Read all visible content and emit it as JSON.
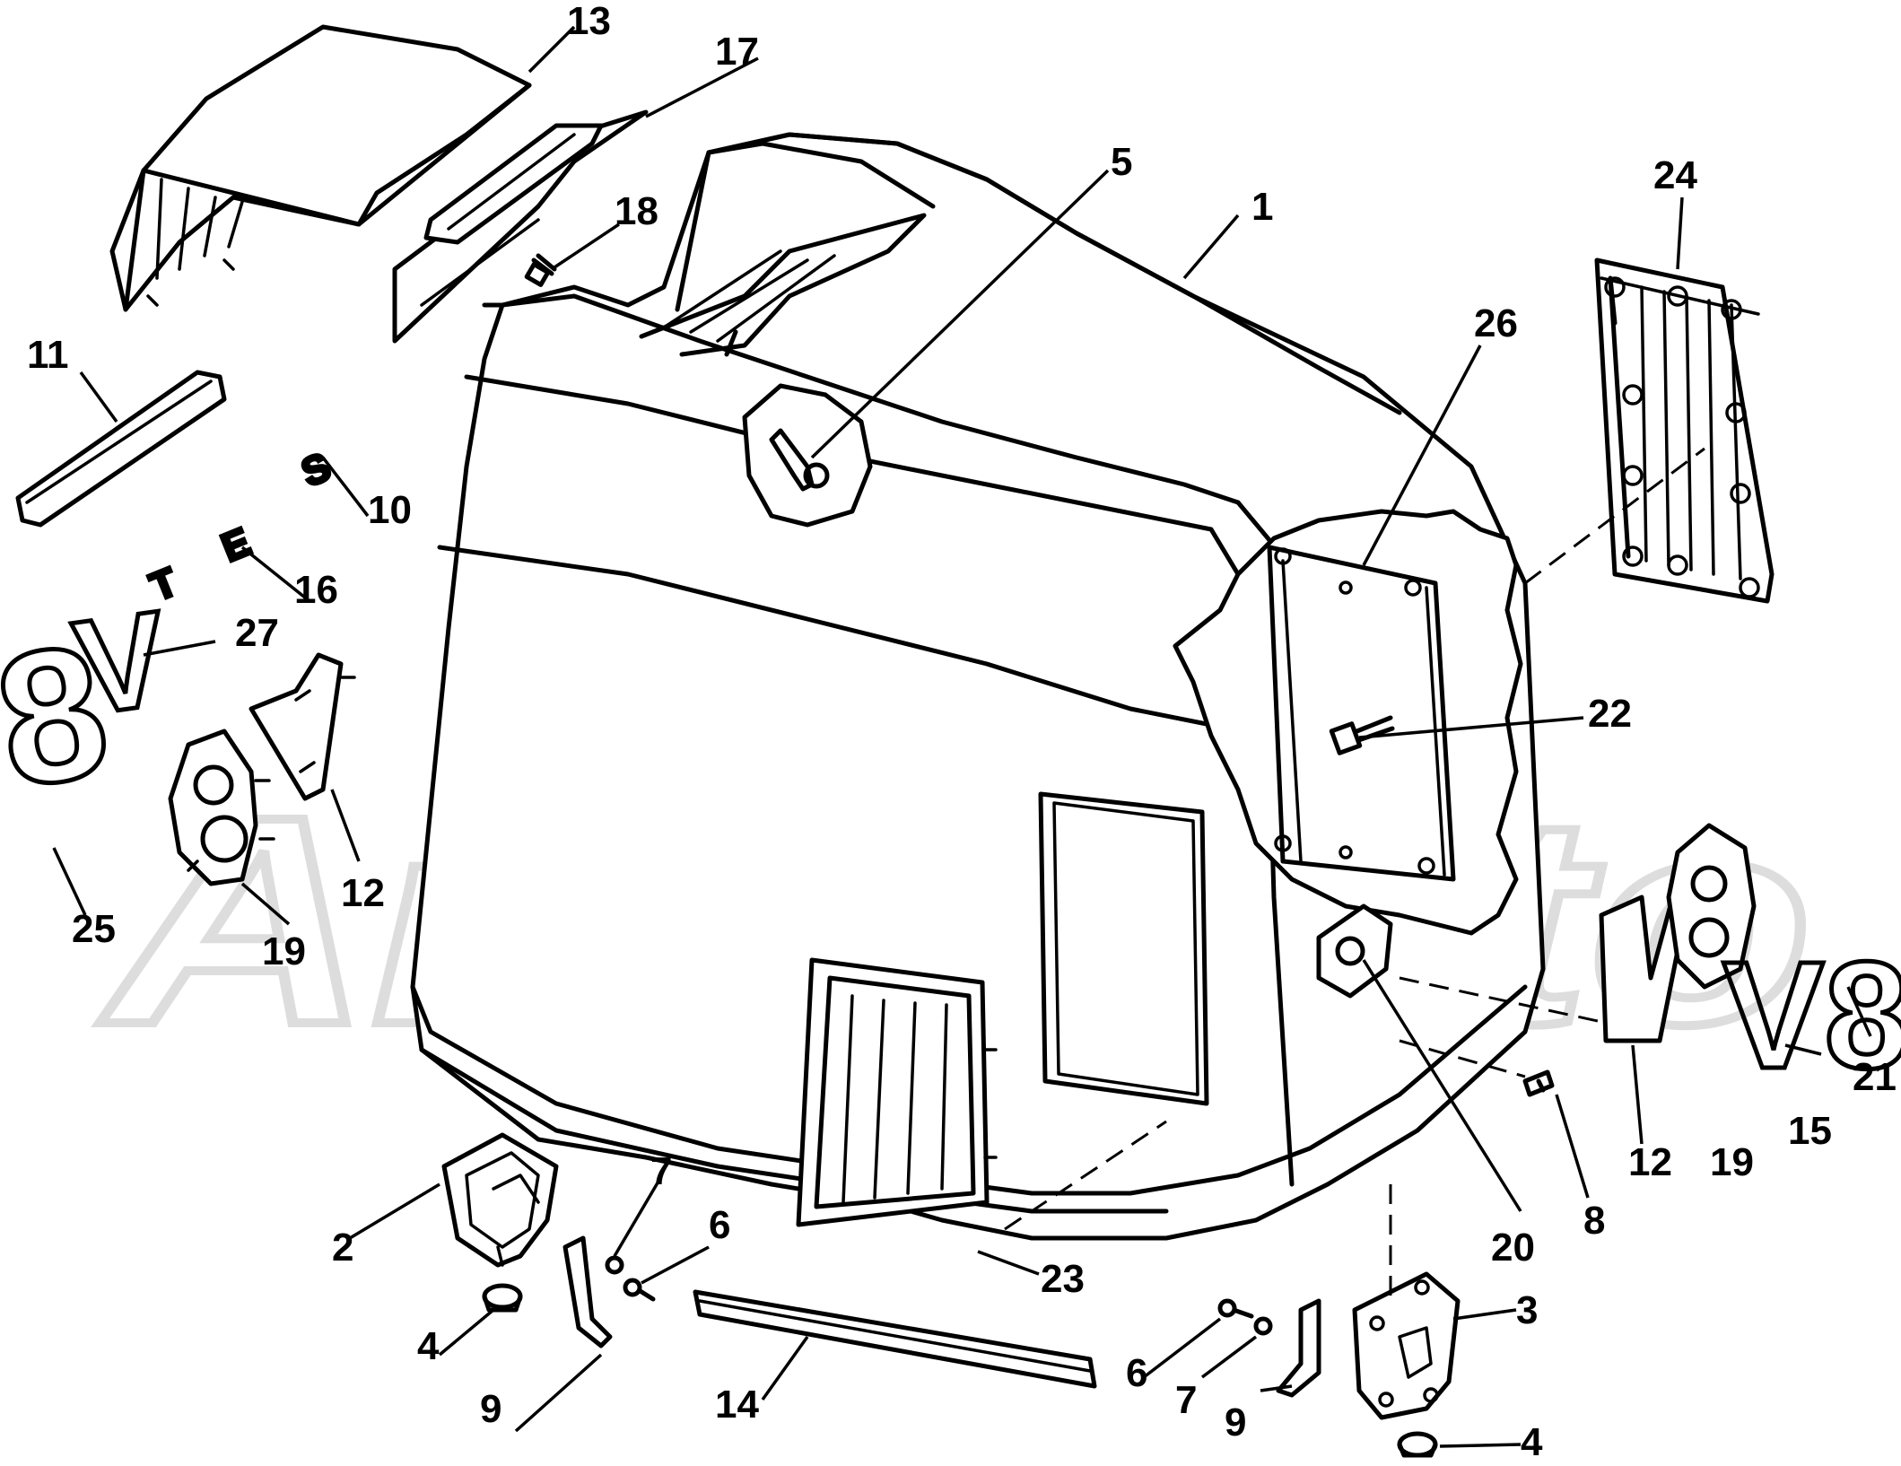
{
  "diagram": {
    "watermark_text": "ArchMoto",
    "callouts": [
      {
        "id": "c1",
        "label": "1"
      },
      {
        "id": "c2",
        "label": "2"
      },
      {
        "id": "c3",
        "label": "3"
      },
      {
        "id": "c4a",
        "label": "4"
      },
      {
        "id": "c4b",
        "label": "4"
      },
      {
        "id": "c5",
        "label": "5"
      },
      {
        "id": "c6a",
        "label": "6"
      },
      {
        "id": "c6b",
        "label": "6"
      },
      {
        "id": "c7a",
        "label": "7"
      },
      {
        "id": "c7b",
        "label": "7"
      },
      {
        "id": "c8",
        "label": "8"
      },
      {
        "id": "c9a",
        "label": "9"
      },
      {
        "id": "c9b",
        "label": "9"
      },
      {
        "id": "c10",
        "label": "10"
      },
      {
        "id": "c11",
        "label": "11"
      },
      {
        "id": "c12a",
        "label": "12"
      },
      {
        "id": "c12b",
        "label": "12"
      },
      {
        "id": "c13",
        "label": "13"
      },
      {
        "id": "c14",
        "label": "14"
      },
      {
        "id": "c15",
        "label": "15"
      },
      {
        "id": "c16",
        "label": "16"
      },
      {
        "id": "c17",
        "label": "17"
      },
      {
        "id": "c18",
        "label": "18"
      },
      {
        "id": "c19a",
        "label": "19"
      },
      {
        "id": "c19b",
        "label": "19"
      },
      {
        "id": "c20",
        "label": "20"
      },
      {
        "id": "c21",
        "label": "21"
      },
      {
        "id": "c22",
        "label": "22"
      },
      {
        "id": "c23",
        "label": "23"
      },
      {
        "id": "c24",
        "label": "24"
      },
      {
        "id": "c25",
        "label": "25"
      },
      {
        "id": "c26",
        "label": "26"
      },
      {
        "id": "c27",
        "label": "27"
      }
    ],
    "decals": {
      "badge_8": "8",
      "badge_v": "V",
      "decal_t": "T",
      "decal_e": "E",
      "decal_s": "S",
      "decal_v8": "V8"
    }
  }
}
